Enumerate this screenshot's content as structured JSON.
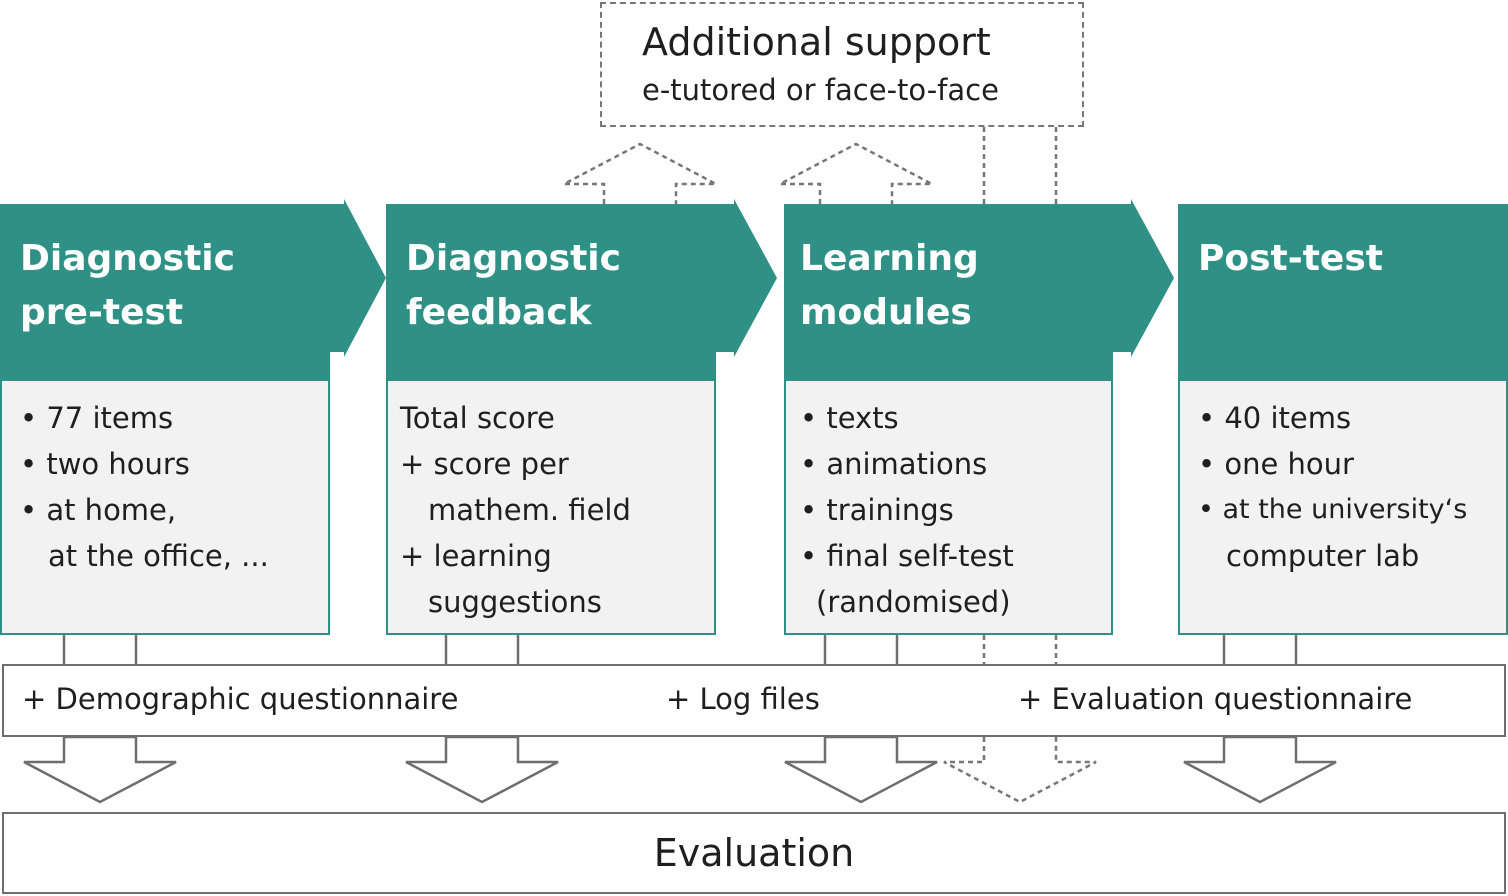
{
  "support": {
    "title": "Additional support",
    "subtitle": "e-tutored or face-to-face"
  },
  "stages": [
    {
      "title_lines": [
        "Diagnostic",
        "pre-test"
      ],
      "items": [
        "• 77 items",
        "• two hours",
        "• at home,",
        "at the office, ..."
      ]
    },
    {
      "title_lines": [
        "Diagnostic",
        "feedback"
      ],
      "items": [
        "Total score",
        "+ score per",
        "mathem. field",
        "+ learning",
        "suggestions"
      ]
    },
    {
      "title_lines": [
        "Learning",
        "modules"
      ],
      "items": [
        "• texts",
        "• animations",
        "• trainings",
        "• final self-test",
        "(randomised)"
      ]
    },
    {
      "title_lines": [
        "Post-test"
      ],
      "items": [
        "• 40 items",
        "• one hour",
        "• at the university‘s",
        "computer lab"
      ]
    }
  ],
  "data_collection": {
    "demographic": "+ Demographic questionnaire",
    "logs": "+ Log files",
    "evaluation_q": "+ Evaluation questionnaire"
  },
  "evaluation": "Evaluation",
  "colors": {
    "teal": "#2f9186",
    "panel": "#f2f2f2",
    "outline": "#6e6e6e",
    "dashed": "#777777"
  }
}
